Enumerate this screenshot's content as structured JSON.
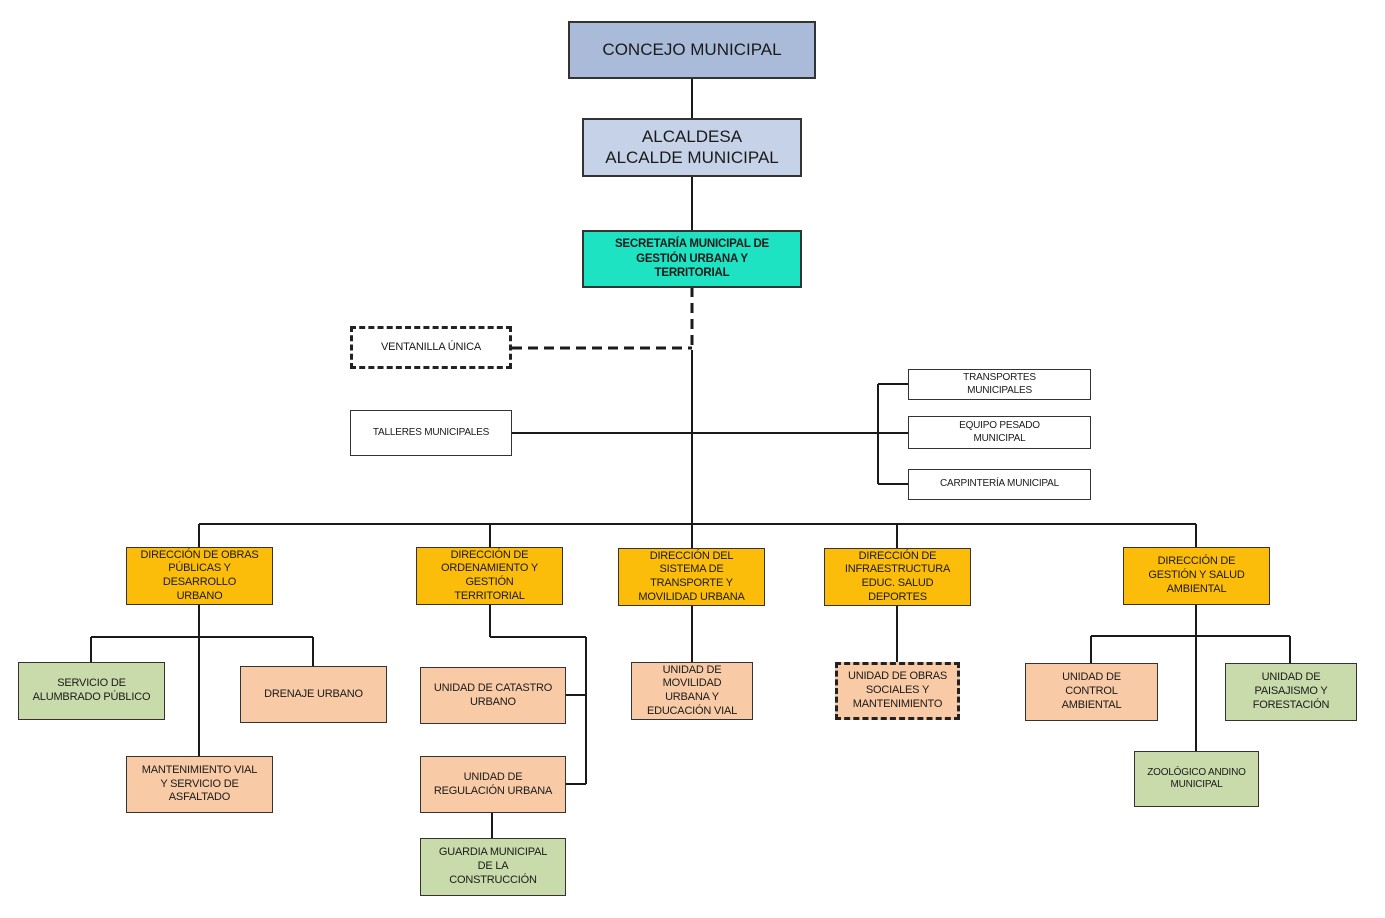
{
  "colors": {
    "council": "#a9bbd9",
    "mayor": "#c5d2e8",
    "secretariat": "#1de3c3",
    "direction": "#fbbd09",
    "unit_orange": "#f8cba6",
    "unit_green": "#c9dbab",
    "white": "#ffffff",
    "line": "#1a1a1a"
  },
  "nodes": {
    "concejo": "CONCEJO MUNICIPAL",
    "alcalde": "ALCALDESA\nALCALDE MUNICIPAL",
    "secretaria": "SECRETARÍA MUNICIPAL DE\nGESTIÓN URBANA Y\nTERRITORIAL",
    "ventanilla": "VENTANILLA ÚNICA",
    "talleres": "TALLERES MUNICIPALES",
    "transportes": "TRANSPORTES\nMUNICIPALES",
    "equipo": "EQUIPO PESADO\nMUNICIPAL",
    "carpinteria": "CARPINTERÍA MUNICIPAL",
    "dir_obras": "DIRECCIÓN DE OBRAS\nPÚBLICAS Y\nDESARROLLO\nURBANO",
    "dir_ordenamiento": "DIRECCIÓN DE\nORDENAMIENTO Y\nGESTIÓN\nTERRITORIAL",
    "dir_transporte": "DIRECCIÓN DEL\nSISTEMA DE\nTRANSPORTE Y\nMOVILIDAD URBANA",
    "dir_infra": "DIRECCIÓN DE\nINFRAESTRUCTURA\nEDUC. SALUD\nDEPORTES",
    "dir_ambiental": "DIRECCIÓN DE\nGESTIÓN Y SALUD\nAMBIENTAL",
    "alumbrado": "SERVICIO DE\nALUMBRADO PÚBLICO",
    "drenaje": "DRENAJE URBANO",
    "mantenimiento": "MANTENIMIENTO VIAL\nY SERVICIO DE\nASFALTADO",
    "catastro": "UNIDAD DE CATASTRO\nURBANO",
    "regulacion": "UNIDAD DE\nREGULACIÓN URBANA",
    "guardia": "GUARDIA MUNICIPAL\nDE LA\nCONSTRUCCIÓN",
    "movilidad": "UNIDAD DE\nMOVILIDAD\nURBANA Y\nEDUCACIÓN VIAL",
    "obras_sociales": "UNIDAD DE OBRAS\nSOCIALES Y\nMANTENIMIENTO",
    "control": "UNIDAD DE\nCONTROL\nAMBIENTAL",
    "paisajismo": "UNIDAD DE\nPAISAJISMO Y\nFORESTACIÓN",
    "zoologico": "ZOOLÓGICO ANDINO\nMUNICIPAL"
  }
}
